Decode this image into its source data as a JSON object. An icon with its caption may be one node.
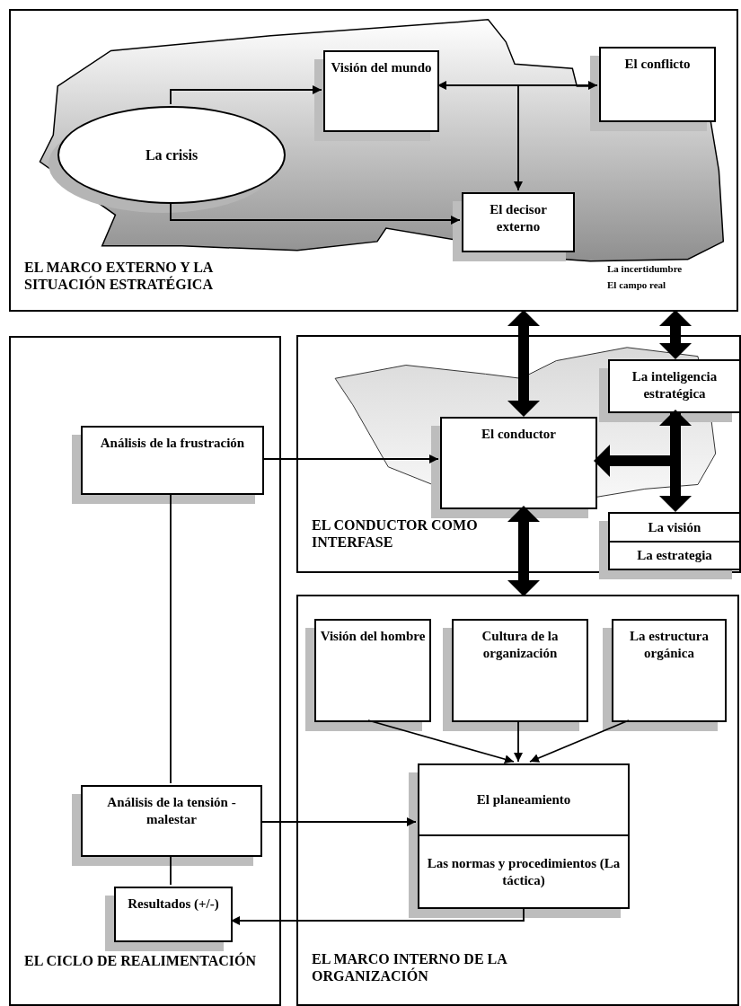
{
  "diagram": {
    "nodes": [
      {
        "text": [
          "EL MARCO EXTERNO Y LA SITUACIÓN ESTRATÉGICA"
        ]
      },
      {
        "text": [
          "La crisis"
        ],
        "in": 0
      },
      {
        "text": [
          "Visión del mundo"
        ],
        "in": 0
      },
      {
        "text": [
          "El conflicto"
        ],
        "in": 0
      },
      {
        "text": [
          "El decisor externo"
        ],
        "in": 0
      },
      {
        "text": [
          "EL CICLO DE REALIMENTACIÓN"
        ]
      },
      {
        "text": [
          "Análisis de la frustración"
        ],
        "in": 5
      },
      {
        "text": [
          "Análisis de la tensión - malestar"
        ],
        "in": 5
      },
      {
        "text": [
          "Resultados (+/-)"
        ],
        "in": 5
      },
      {
        "text": [
          "EL CONDUCTOR COMO INTERFASE"
        ]
      },
      {
        "text": [
          "El conductor"
        ],
        "in": 9
      },
      {
        "text": [
          "La inteligencia estratégica"
        ],
        "in": 9
      },
      {
        "text": [
          "La visión",
          "La estrategia"
        ],
        "in": 9
      },
      {
        "text": [
          "EL MARCO INTERNO DE LA ORGANIZACIÓN"
        ]
      },
      {
        "text": [
          "Visión del hombre"
        ],
        "in": 13
      },
      {
        "text": [
          "Cultura de la organización"
        ],
        "in": 13
      },
      {
        "text": [
          "La estructura orgánica"
        ],
        "in": 13
      },
      {
        "text": [
          "El planeamiento",
          "Las normas y procedimientos (La táctica)"
        ],
        "in": 13
      }
    ],
    "edges": [
      {
        "from": 1,
        "to": 2,
        "arrow": "to"
      },
      {
        "from": 1,
        "to": 4,
        "arrow": "to"
      },
      {
        "from": 2,
        "to": 3,
        "arrow": "both"
      },
      {
        "from": 3,
        "to": 4,
        "arrow": "to"
      },
      {
        "from": 0,
        "to": 10,
        "arrow": "both",
        "style": "thick"
      },
      {
        "from": 0,
        "to": 11,
        "arrow": "both",
        "style": "thick"
      },
      {
        "from": 11,
        "to": 12,
        "arrow": "both",
        "style": "thick"
      },
      {
        "from": 11,
        "to": 10,
        "arrow": "to",
        "style": "thick"
      },
      {
        "from": 10,
        "to": 13,
        "arrow": "both",
        "style": "thick"
      },
      {
        "from": 6,
        "to": 10,
        "arrow": "to"
      },
      {
        "from": 6,
        "to": 7,
        "arrow": "none"
      },
      {
        "from": 7,
        "to": 17,
        "arrow": "to"
      },
      {
        "from": 7,
        "to": 8,
        "arrow": "none"
      },
      {
        "from": 17,
        "to": 8,
        "arrow": "to"
      },
      {
        "from": 14,
        "to": 17,
        "arrow": "to"
      },
      {
        "from": 15,
        "to": 17,
        "arrow": "to"
      },
      {
        "from": 16,
        "to": 17,
        "arrow": "to"
      }
    ],
    "labels": [
      "La incertidumbre",
      "El campo real"
    ]
  }
}
